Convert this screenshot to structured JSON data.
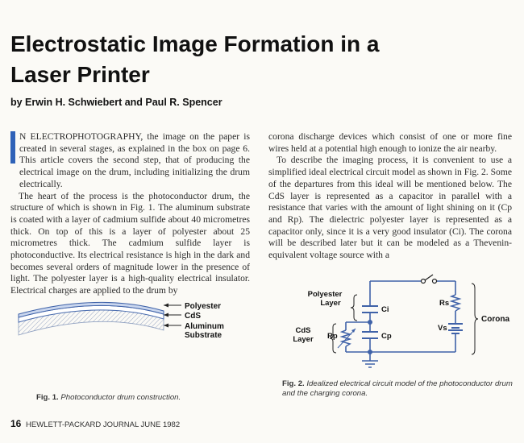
{
  "article": {
    "title_line1": "Electrostatic Image Formation in a",
    "title_line2": "Laser Printer",
    "authors": "by Erwin H. Schwiebert and Paul R. Spencer"
  },
  "body": {
    "p1": "N ELECTROPHOTOGRAPHY, the image on the paper is created in several stages, as explained in the box on page 6. This article covers the second step, that of producing the electrical image on the drum, including initializing the drum electrically.",
    "p2": "The heart of the process is the photoconductor drum, the structure of which is shown in Fig. 1. The aluminum substrate is coated with a layer of cadmium sulfide about 40 micrometres thick. On top of this is a layer of polyester about 25 micrometres thick. The cadmium sulfide layer is photoconductive. Its electrical resistance is high in the dark and becomes several orders of magnitude lower in the presence of light. The polyester layer is a high-quality electrical insulator. Electrical charges are applied to the drum by",
    "p3": "corona discharge devices which consist of one or more fine wires held at a potential high enough to ionize the air nearby.",
    "p4": "To describe the imaging process, it is convenient to use a simplified ideal electrical circuit model as shown in Fig. 2. Some of the departures from this ideal will be mentioned below. The CdS layer is represented as a capacitor in parallel with a resistance that varies with the amount of light shining on it (Cp and Rp). The dielectric polyester layer is represented as a capacitor only, since it is a very good insulator (Ci). The corona will be described later but it can be modeled as a Thevenin-equivalent voltage source with a"
  },
  "figure1": {
    "label_polyester": "Polyester",
    "label_cds": "CdS",
    "label_aluminum_1": "Aluminum",
    "label_aluminum_2": "Substrate",
    "caption_num": "Fig. 1.",
    "caption_text": "Photoconductor drum construction."
  },
  "figure2": {
    "label_polyester_1": "Polyester",
    "label_polyester_2": "Layer",
    "label_cds_1": "CdS",
    "label_cds_2": "Layer",
    "label_ci": "Ci",
    "label_cp": "Cp",
    "label_rp": "Rp",
    "label_rs": "Rs",
    "label_vs": "Vs",
    "label_corona": "Corona",
    "caption_num": "Fig. 2.",
    "caption_text": "Idealized electrical circuit model of the photoconductor drum and the charging corona."
  },
  "footer": {
    "page_number": "16",
    "journal": "HEWLETT-PACKARD JOURNAL JUNE 1982"
  },
  "colors": {
    "accent_blue": "#2f62b8"
  }
}
